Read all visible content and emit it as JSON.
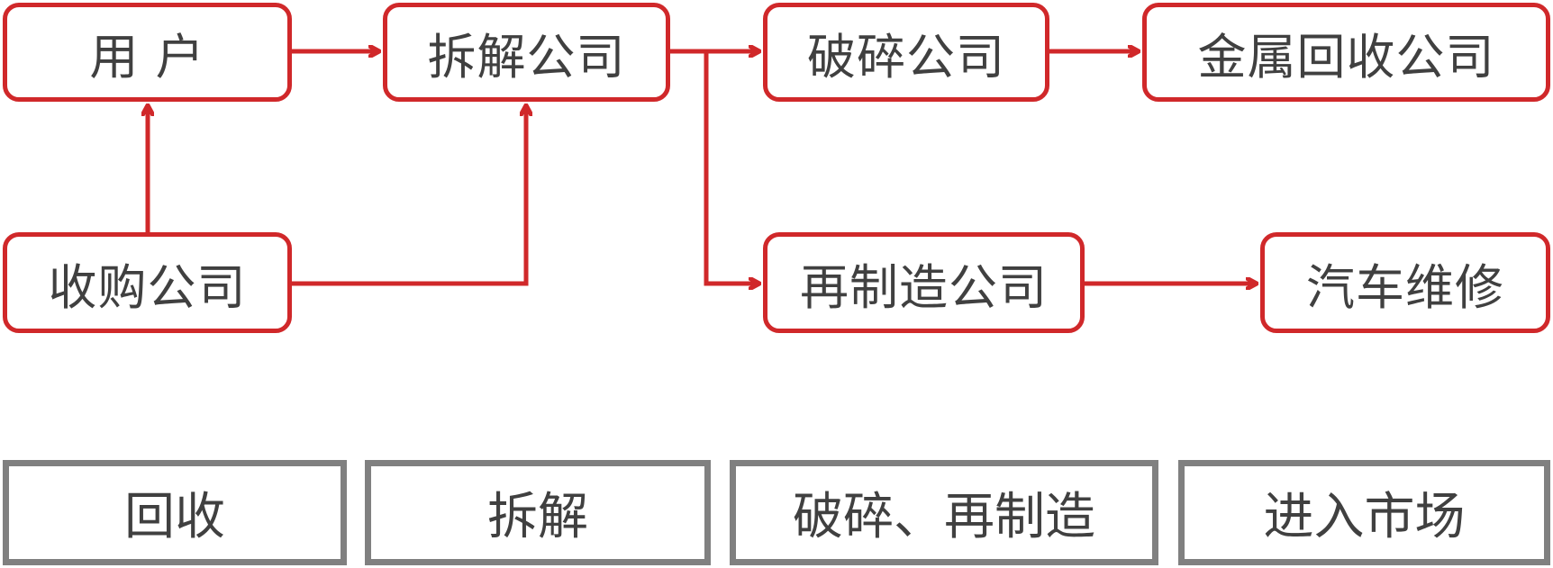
{
  "flow_nodes": {
    "user": "用 户",
    "dismantling_company": "拆解公司",
    "crushing_company": "破碎公司",
    "metal_recycling_company": "金属回收公司",
    "acquisition_company": "收购公司",
    "remanufacturing_company": "再制造公司",
    "auto_repair": "汽车维修"
  },
  "stages": [
    "回收",
    "拆解",
    "破碎、再制造",
    "进入市场"
  ],
  "colors": {
    "flow_border": "#d0282a",
    "stage_border": "#808080",
    "text": "#404040"
  }
}
